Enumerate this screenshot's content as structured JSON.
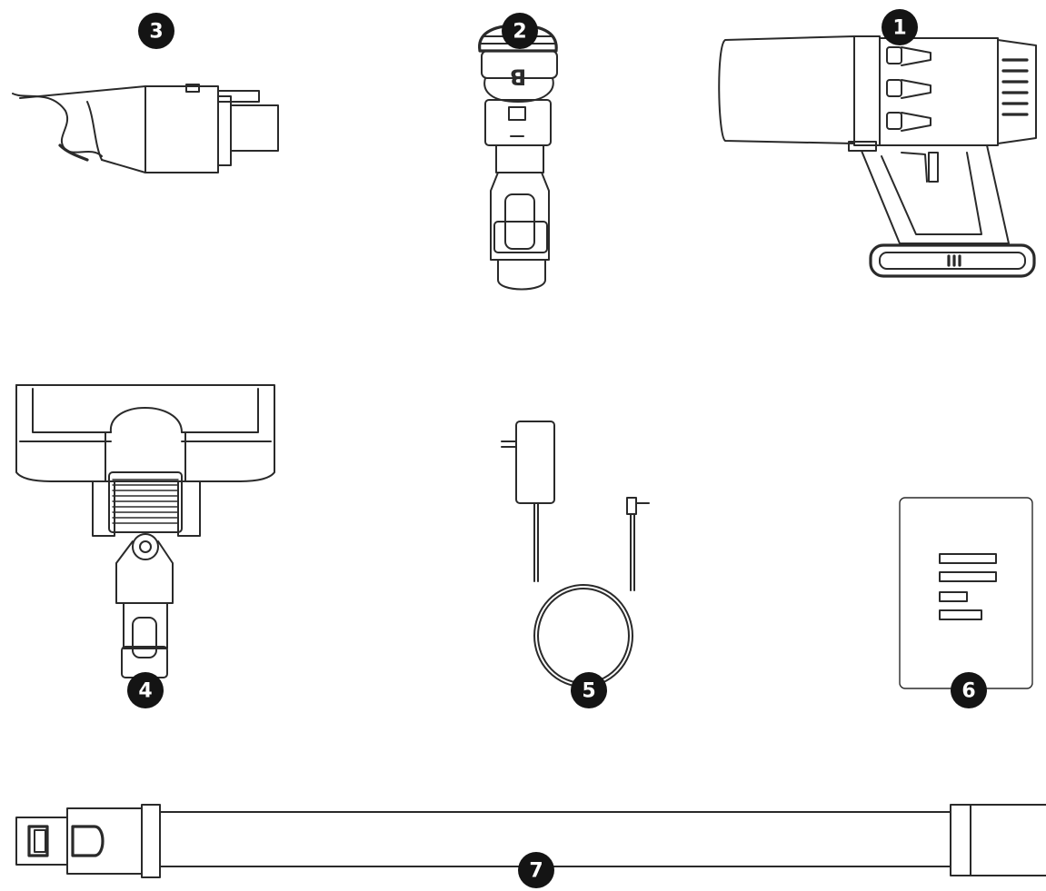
{
  "parts": [
    {
      "id": "main-unit",
      "number": "1"
    },
    {
      "id": "crevice-brush",
      "number": "2"
    },
    {
      "id": "wide-nozzle",
      "number": "3"
    },
    {
      "id": "floor-brush",
      "number": "4"
    },
    {
      "id": "charger",
      "number": "5"
    },
    {
      "id": "manual",
      "number": "6"
    },
    {
      "id": "extension-tube",
      "number": "7"
    }
  ],
  "colors": {
    "line": "#2a2a2a",
    "badge": "#141414",
    "badge_text": "#ffffff",
    "background": "#ffffff"
  }
}
